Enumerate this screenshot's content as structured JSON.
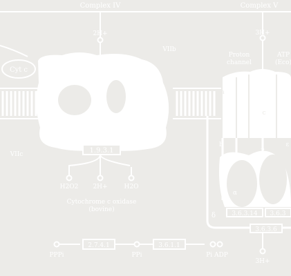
{
  "labels": {
    "complex_iv": "Complex IV",
    "complex_v": "Complex V",
    "proton_iv": "2H+",
    "proton_v": "3H+",
    "vIIb": "VIIb",
    "cyt_c": "Cyt c",
    "proton_channel_1": "Proton",
    "proton_channel_2": "channel",
    "atp_1": "ATP",
    "atp_2": "(Eco)",
    "vIIc": "VIIc",
    "enzyme_ec_iv": "1.9.3.1",
    "h2o2": "H2O2",
    "two_h": "2H+",
    "h2o": "H2O",
    "caption_1": "Cytochrome c oxidase",
    "caption_2": "(bovine)",
    "sub_a": "a",
    "sub_c": "c",
    "sub_b": "b",
    "sub_gamma": "γ",
    "sub_alpha": "α",
    "sub_delta": "δ",
    "sub_e": "ε",
    "ec_atp_1": "3.6.3.14",
    "ec_atp_2": "3.6.3",
    "ec_atp_3": "3.6.3.6",
    "proton_bottom": "3H+",
    "ec_ppi_1": "2.7.4.1",
    "ec_ppi_2": "3.6.1.1",
    "ppi_left": "PPPi",
    "ppi_mid": "PPi",
    "pi_adp": "Pi ADP"
  }
}
